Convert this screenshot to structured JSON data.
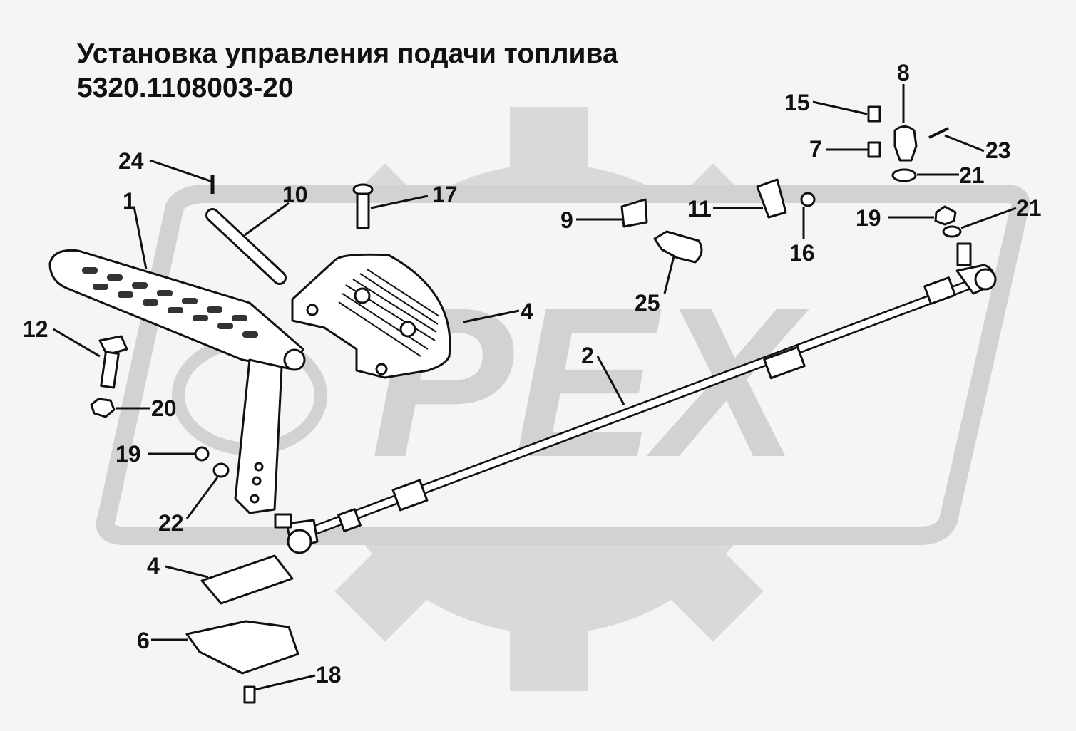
{
  "title": {
    "line1": "Установка управления подачи топлива",
    "line2": "5320.1108003-20"
  },
  "watermark": {
    "text": "PEX",
    "color": "#d2d2d0"
  },
  "callouts": [
    "24",
    "1",
    "10",
    "17",
    "9",
    "11",
    "16",
    "25",
    "15",
    "8",
    "7",
    "23",
    "21",
    "19",
    "21",
    "12",
    "4",
    "2",
    "20",
    "19",
    "22",
    "4",
    "6",
    "18"
  ]
}
